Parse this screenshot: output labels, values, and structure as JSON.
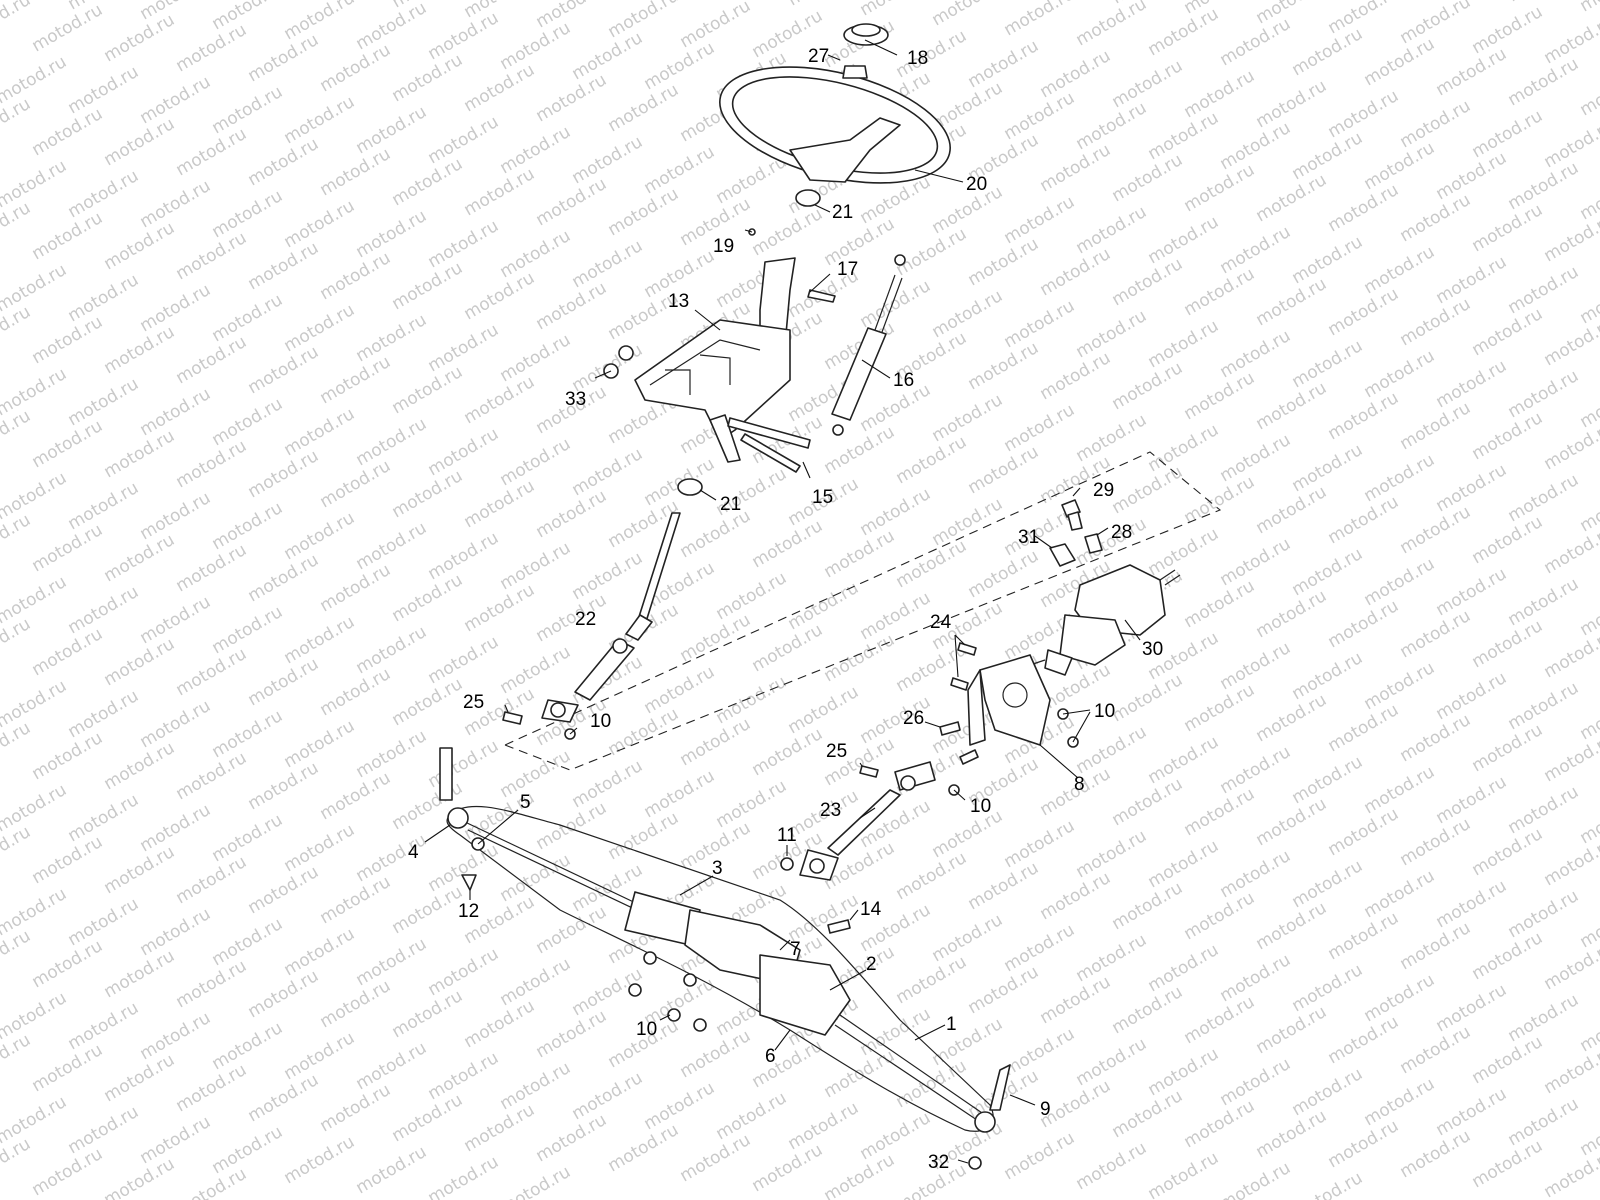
{
  "watermark": "motod.ru",
  "callouts": [
    {
      "id": "c1",
      "text": "1"
    },
    {
      "id": "c2",
      "text": "2"
    },
    {
      "id": "c3",
      "text": "3"
    },
    {
      "id": "c4",
      "text": "4"
    },
    {
      "id": "c5",
      "text": "5"
    },
    {
      "id": "c6",
      "text": "6"
    },
    {
      "id": "c7",
      "text": "7"
    },
    {
      "id": "c8",
      "text": "8"
    },
    {
      "id": "c9",
      "text": "9"
    },
    {
      "id": "c10a",
      "text": "10"
    },
    {
      "id": "c10b",
      "text": "10"
    },
    {
      "id": "c10c",
      "text": "10"
    },
    {
      "id": "c10d",
      "text": "10"
    },
    {
      "id": "c11",
      "text": "11"
    },
    {
      "id": "c12",
      "text": "12"
    },
    {
      "id": "c13",
      "text": "13"
    },
    {
      "id": "c14",
      "text": "14"
    },
    {
      "id": "c15",
      "text": "15"
    },
    {
      "id": "c16",
      "text": "16"
    },
    {
      "id": "c17",
      "text": "17"
    },
    {
      "id": "c18",
      "text": "18"
    },
    {
      "id": "c19",
      "text": "19"
    },
    {
      "id": "c20",
      "text": "20"
    },
    {
      "id": "c21a",
      "text": "21"
    },
    {
      "id": "c21b",
      "text": "21"
    },
    {
      "id": "c22",
      "text": "22"
    },
    {
      "id": "c23",
      "text": "23"
    },
    {
      "id": "c24",
      "text": "24"
    },
    {
      "id": "c25a",
      "text": "25"
    },
    {
      "id": "c25b",
      "text": "25"
    },
    {
      "id": "c26",
      "text": "26"
    },
    {
      "id": "c27",
      "text": "27"
    },
    {
      "id": "c28",
      "text": "28"
    },
    {
      "id": "c29",
      "text": "29"
    },
    {
      "id": "c30",
      "text": "30"
    },
    {
      "id": "c31",
      "text": "31"
    },
    {
      "id": "c32",
      "text": "32"
    },
    {
      "id": "c33",
      "text": "33"
    }
  ]
}
